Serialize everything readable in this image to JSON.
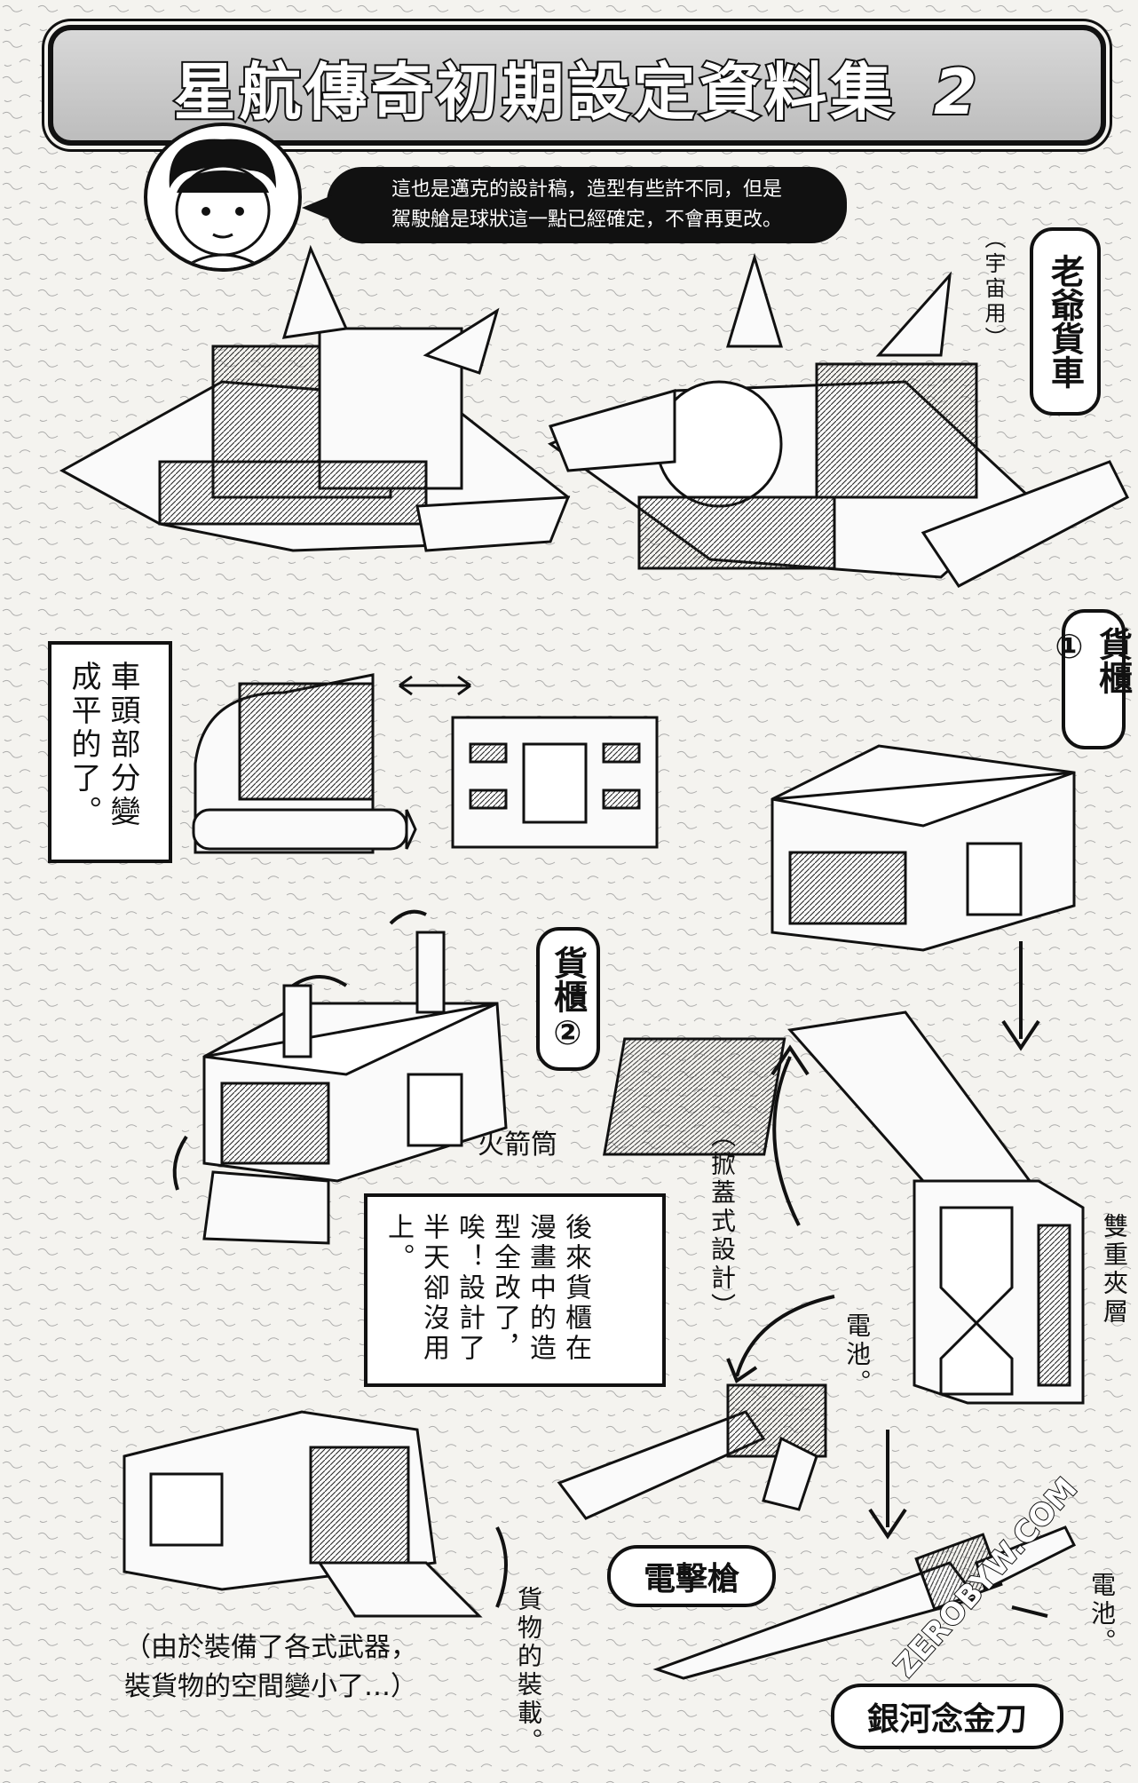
{
  "header": {
    "title": "星航傳奇初期設定資料集",
    "number": "2"
  },
  "bubble": {
    "line1": "這也是邁克的設計稿，造型有些許不同，但是",
    "line2": "駕駛艙是球狀這一點已經確定，不會再更改。"
  },
  "tags": {
    "truck": "老爺貨車",
    "truck_note": "（宇宙用）",
    "container1": "貨櫃①",
    "container2": "貨櫃②",
    "gun": "電擊槍",
    "sword": "銀河念金刀"
  },
  "notes": {
    "nose": "車頭部分變成平的了。",
    "later": "後來貨櫃在漫畫中的造型全改了，唉！設計了半天卻沒用上。",
    "capacity_line1": "（由於裝備了各式武器，",
    "capacity_line2": "裝貨物的空間變小了…）"
  },
  "labels": {
    "rocket": "火箭筒",
    "lid": "（掀蓋式設計）",
    "double": "雙重夾層",
    "battery1": "電池。",
    "battery2": "電池。",
    "loading": "貨物的裝載。"
  },
  "watermark": "ZEROBYW.COM"
}
